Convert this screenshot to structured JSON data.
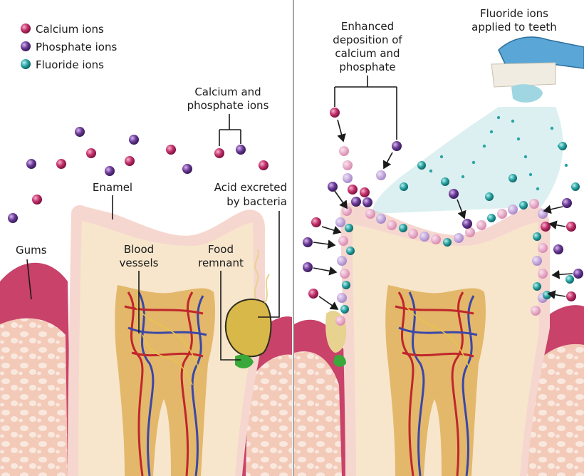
{
  "legend": {
    "items": [
      {
        "label": "Calcium ions",
        "color": "#c2306a"
      },
      {
        "label": "Phosphate ions",
        "color": "#6b3a98"
      },
      {
        "label": "Fluoride ions",
        "color": "#2aa5a5"
      }
    ]
  },
  "left_panel": {
    "calcium_phosphate_label": [
      "Calcium and",
      "phosphate ions"
    ],
    "enamel_label": "Enamel",
    "acid_label": [
      "Acid excreted",
      "by bacteria"
    ],
    "gums_label": "Gums",
    "blood_vessels_label": [
      "Blood",
      "vessels"
    ],
    "food_remnant_label": [
      "Food",
      "remnant"
    ]
  },
  "right_panel": {
    "deposition_label": [
      "Enhanced",
      "deposition of",
      "calcium and",
      "phosphate"
    ],
    "fluoride_applied_label": [
      "Fluoride ions",
      "applied to teeth"
    ]
  },
  "colors": {
    "calcium": "#c2306a",
    "phosphate": "#6b3a98",
    "fluoride": "#2aa5a5",
    "enamel": "#f6d7d0",
    "dentin": "#f7e6cc",
    "gum": "#c8426a",
    "bone": "#f3c9b8",
    "vessel_red": "#c0262b",
    "vessel_blue": "#3a47a8",
    "food": "#d9b84a",
    "toothbrush": "#5aa6d6"
  }
}
